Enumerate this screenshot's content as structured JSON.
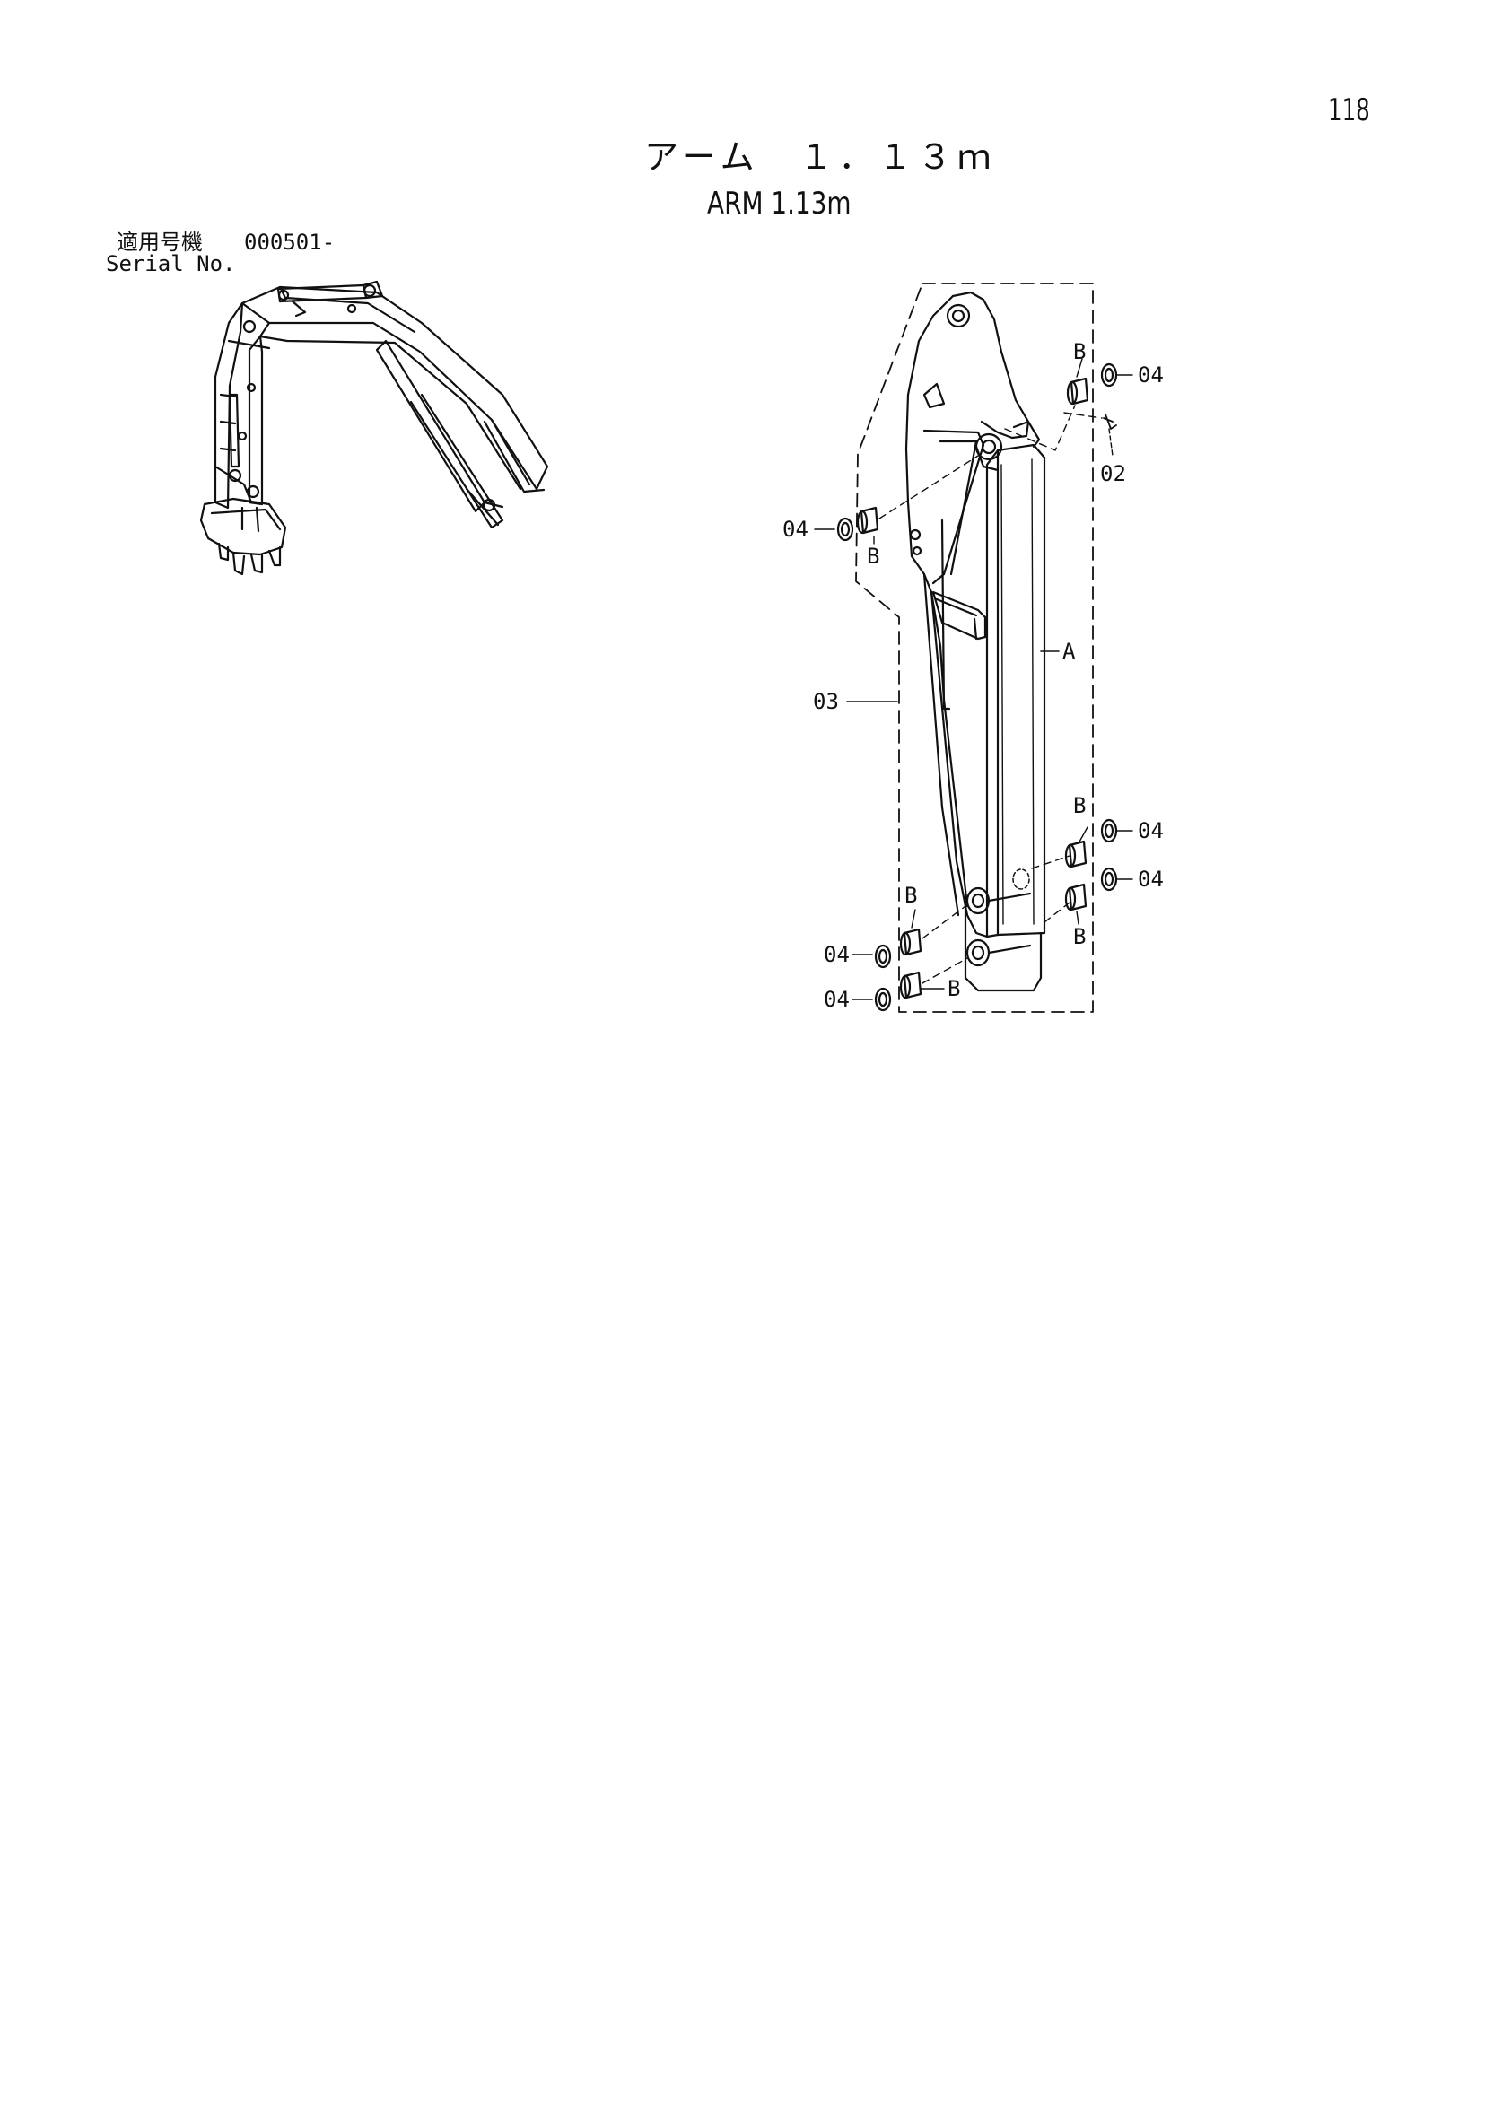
{
  "page_number": "118",
  "title_jp": "アーム　１．１３ｍ",
  "title_en": "ARM 1.13m",
  "serial": {
    "label_jp": "適用号機",
    "number": "000501-",
    "label_en": "Serial No."
  },
  "callouts": {
    "part_04": "04",
    "part_02": "02",
    "part_03": "03",
    "bushing_B": "B",
    "assembly_A": "A"
  },
  "icons": {
    "overview": "excavator-front-attachment-icon",
    "main": "arm-exploded-view-icon"
  }
}
